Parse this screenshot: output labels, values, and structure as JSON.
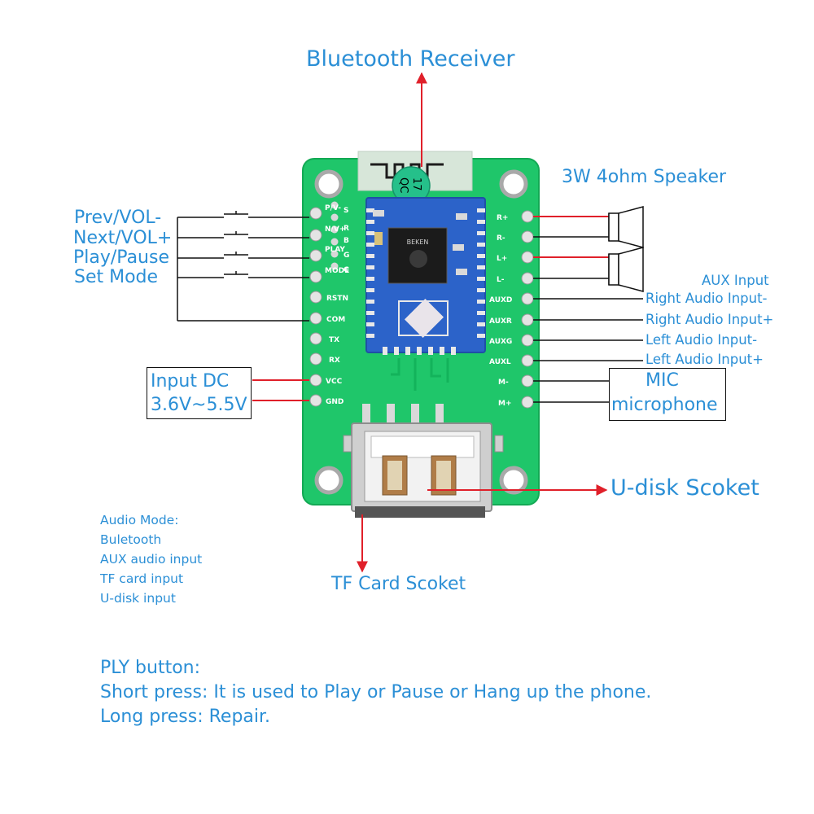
{
  "title": "Bluetooth Receiver",
  "labels": {
    "speaker": "3W 4ohm Speaker",
    "prev_vol": "Prev/VOL-",
    "next_vol": "Next/VOL+",
    "play_pause": "Play/Pause",
    "set_mode": "Set Mode",
    "aux_input": "AUX Input",
    "right_minus": "Right Audio Input-",
    "right_plus": "Right Audio Input+",
    "left_minus": "Left Audio Input-",
    "left_plus": "Left Audio Input+",
    "input_dc": "Input DC",
    "input_dc_range": "3.6V~5.5V",
    "mic": "MIC",
    "microphone": "microphone",
    "udisk": "U-disk Scoket",
    "tf_card": "TF Card Scoket"
  },
  "audio_mode": {
    "heading": "Audio Mode:",
    "items": [
      "Buletooth",
      "AUX audio input",
      "TF card input",
      "U-disk input"
    ]
  },
  "ply_button": {
    "heading": "PLY button:",
    "short_press": "Short press: It is used to Play or Pause or Hang up the phone.",
    "long_press": "Long press: Repair."
  },
  "pcb": {
    "qc_sticker": [
      "QC",
      "17"
    ],
    "chip_brand": "BEKEN",
    "left_pins": [
      "P/V-",
      "N/V+",
      "PLAY",
      "MODE",
      "RSTN",
      "COM",
      "TX",
      "RX",
      "VCC",
      "GND"
    ],
    "right_pins": [
      "R+",
      "R-",
      "L+",
      "L-",
      "AUXD",
      "AUXR",
      "AUXG",
      "AUXL",
      "M-",
      "M+"
    ],
    "module_pins": [
      "S",
      "R",
      "B",
      "G",
      "C"
    ]
  },
  "colors": {
    "label_blue": "#2b8fd6",
    "arrow_red": "#e0202a",
    "pcb_green": "#1fc66a",
    "module_blue": "#2c63c9"
  }
}
